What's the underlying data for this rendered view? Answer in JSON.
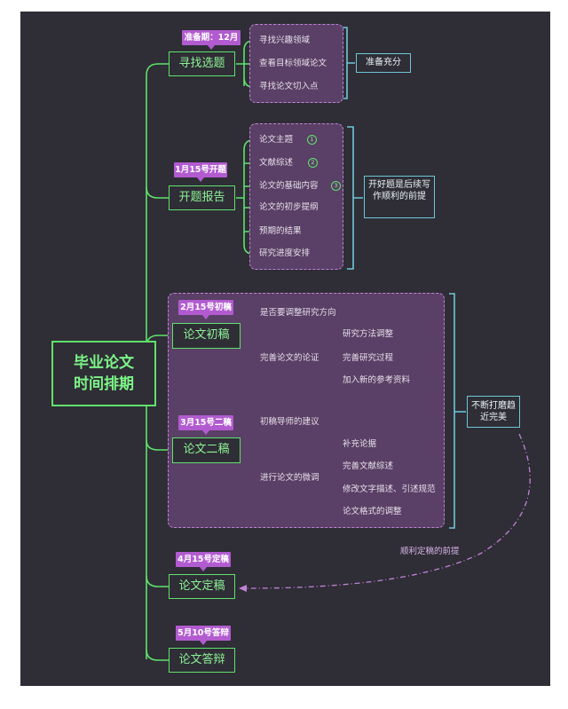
{
  "root": {
    "title_line1": "毕业论文",
    "title_line2": "时间排期"
  },
  "branches": [
    {
      "tag": "准备期：12月",
      "label": "寻找选题",
      "leaves": [
        "寻找兴趣领域",
        "查看目标领域论文",
        "寻找论文切入点"
      ],
      "summary": "准备充分"
    },
    {
      "tag": "1月15号开题",
      "label": "开题报告",
      "leaves": [
        "论文主题",
        "文献综述",
        "论文的基础内容",
        "论文的初步提纲",
        "预期的结果",
        "研究进度安排"
      ],
      "markers": [
        "1",
        "2",
        "3"
      ],
      "summary": "开好题是后续写作顺利的前提"
    },
    {
      "tag": "2月15号初稿",
      "label": "论文初稿",
      "leaves": [
        "是否要调整研究方向",
        "完善论文的论证"
      ],
      "subleaves": [
        "研究方法调整",
        "完善研究过程",
        "加入新的参考资料"
      ]
    },
    {
      "tag": "3月15号二稿",
      "label": "论文二稿",
      "leaves": [
        "初稿导师的建议",
        "进行论文的微调"
      ],
      "subleaves": [
        "补充论据",
        "完善文献综述",
        "修改文字描述、引述规范",
        "论文格式的调整"
      ]
    },
    {
      "tag": "4月15号定稿",
      "label": "论文定稿"
    },
    {
      "tag": "5月10号答辩",
      "label": "论文答辩"
    }
  ],
  "draft_summary": "不断打磨趋近完美",
  "relation_label": "顺利定稿的前提",
  "colors": {
    "background": "#2f2d36",
    "green": "#5ee36b",
    "purple": "#b25bd0",
    "teal": "#6ec8da",
    "group": "#5a3f66"
  }
}
